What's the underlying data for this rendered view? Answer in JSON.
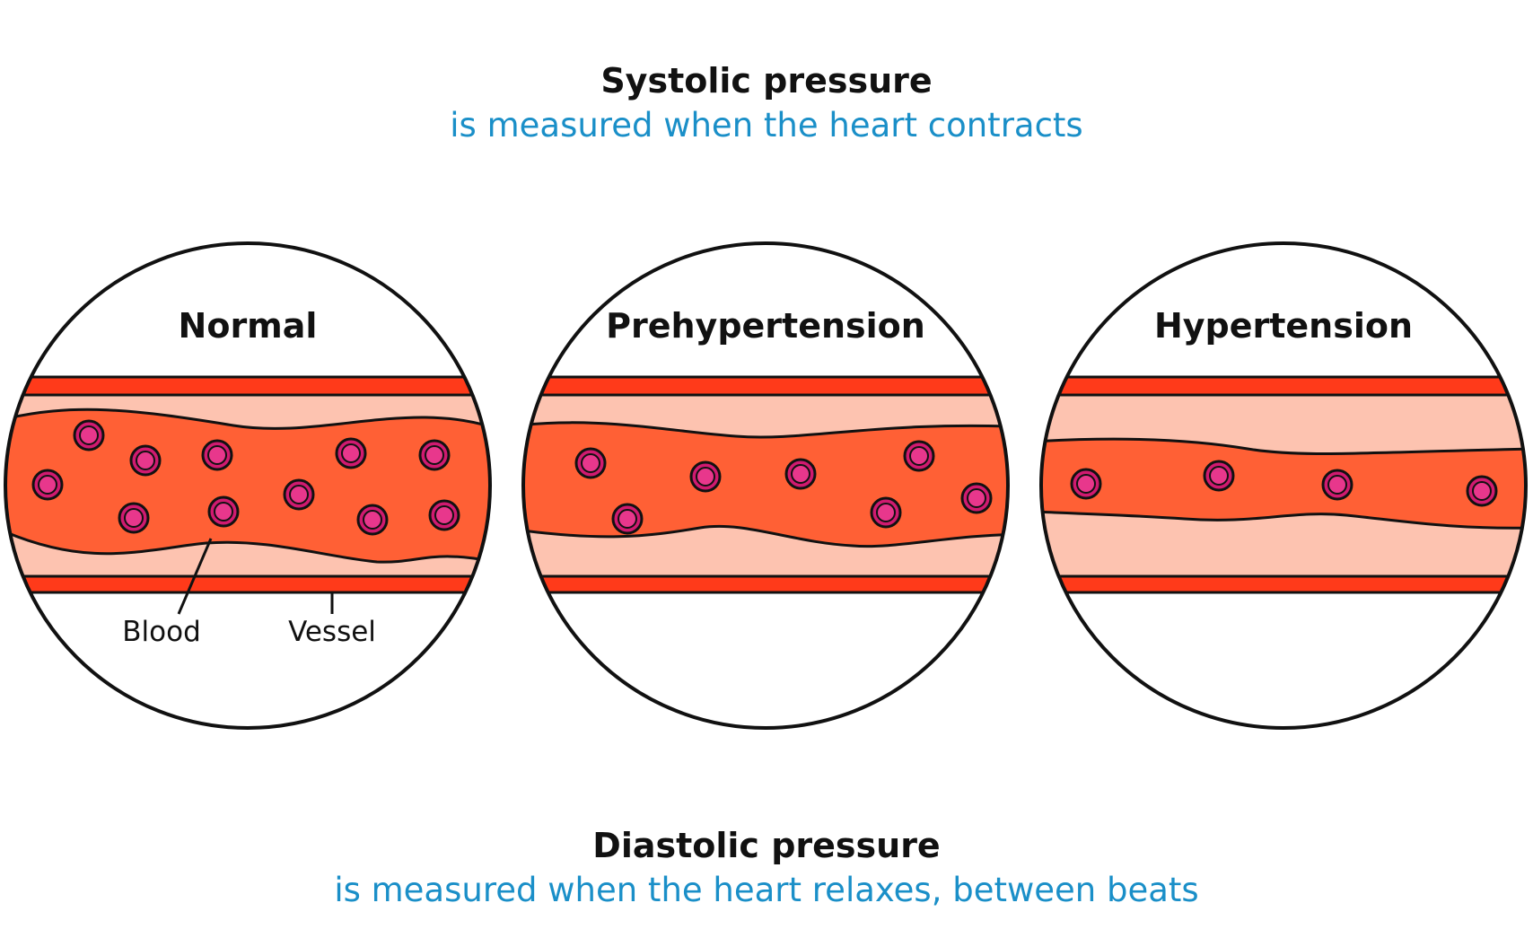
{
  "systolic": {
    "title": "Systolic pressure",
    "subtitle": "is measured when the heart contracts"
  },
  "diastolic": {
    "title": "Diastolic pressure",
    "subtitle": "is measured when the heart relaxes, between beats"
  },
  "panels": [
    {
      "label": "Normal"
    },
    {
      "label": "Prehypertension"
    },
    {
      "label": "Hypertension"
    }
  ],
  "callouts": {
    "blood": "Blood",
    "vessel": "Vessel"
  },
  "colors": {
    "accent_text": "#1a8fc8",
    "vessel_wall": "#ff3a1a",
    "vessel_lumen": "#fdc3b0",
    "blood": "#ff6035",
    "cell_fill": "#d01a70",
    "cell_inner": "#e8378c",
    "outline": "#111111"
  }
}
